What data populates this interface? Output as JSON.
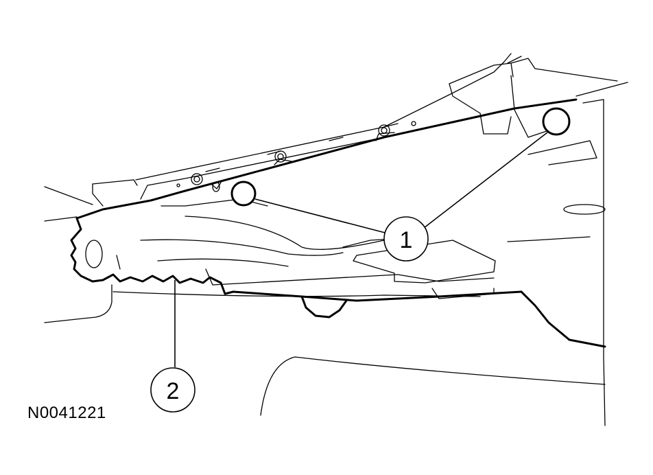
{
  "callouts": [
    {
      "id": "1",
      "label": "1"
    },
    {
      "id": "2",
      "label": "2"
    }
  ],
  "reference_code": "N0041221"
}
